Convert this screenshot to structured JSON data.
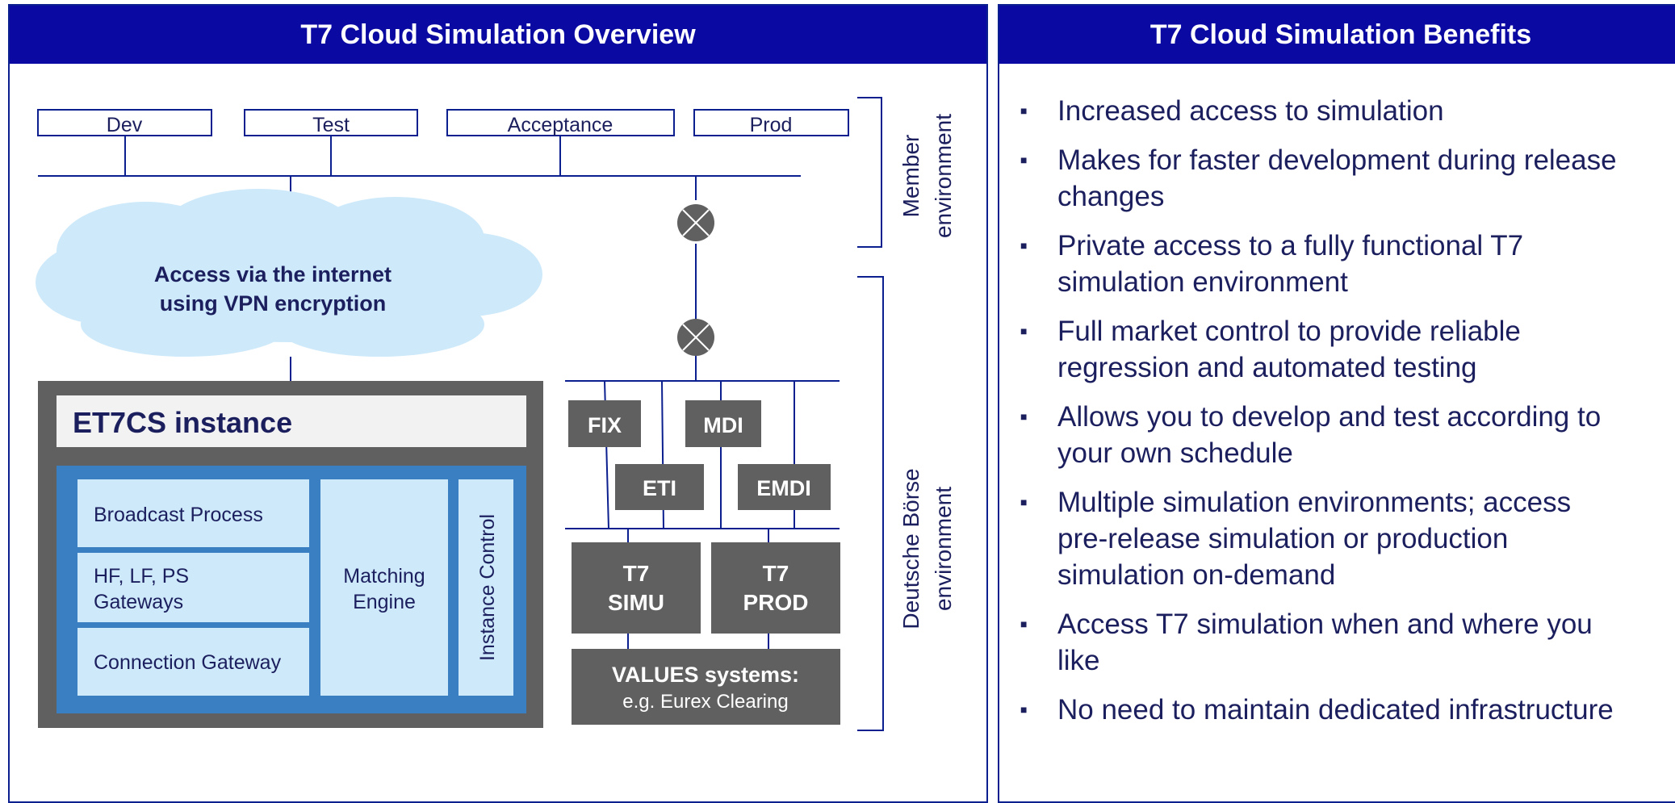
{
  "left_panel": {
    "title": "T7 Cloud Simulation Overview"
  },
  "right_panel": {
    "title": "T7 Cloud Simulation Benefits",
    "benefits": [
      "Increased access to simulation",
      "Makes for faster development during release changes",
      "Private access to a fully functional T7 simulation environment",
      "Full market control to provide reliable regression and automated testing",
      "Allows you to develop and test according to your own schedule",
      "Multiple simulation environments; access pre-release simulation or production simulation on-demand",
      "Access T7 simulation when and where you like",
      "No need to maintain dedicated infrastructure"
    ]
  },
  "member_envs": [
    "Dev",
    "Test",
    "Acceptance",
    "Prod"
  ],
  "member_env_label": [
    "Member",
    "environment"
  ],
  "db_env_label": [
    "Deutsche Börse",
    "environment"
  ],
  "cloud": {
    "line1": "Access via the internet",
    "line2": "using VPN encryption"
  },
  "instance": {
    "title": "ET7CS instance",
    "broadcast": "Broadcast Process",
    "gateways_line1": "HF, LF, PS",
    "gateways_line2": "Gateways",
    "connection": "Connection Gateway",
    "matching_line1": "Matching",
    "matching_line2": "Engine",
    "control": "Instance Control"
  },
  "interfaces": {
    "fix": "FIX",
    "mdi": "MDI",
    "eti": "ETI",
    "emdi": "EMDI"
  },
  "t7_simu": {
    "line1": "T7",
    "line2": "SIMU"
  },
  "t7_prod": {
    "line1": "T7",
    "line2": "PROD"
  },
  "values": {
    "line1": "VALUES systems:",
    "line2": "e.g. Eurex Clearing"
  },
  "colors": {
    "header": "#0a0aa3",
    "line": "#0b1f8e",
    "cloud": "#cde9fa",
    "dark": "#606060",
    "blue": "#3a7fc1",
    "light_box": "#cde9fa",
    "text": "#1c1f5e"
  }
}
